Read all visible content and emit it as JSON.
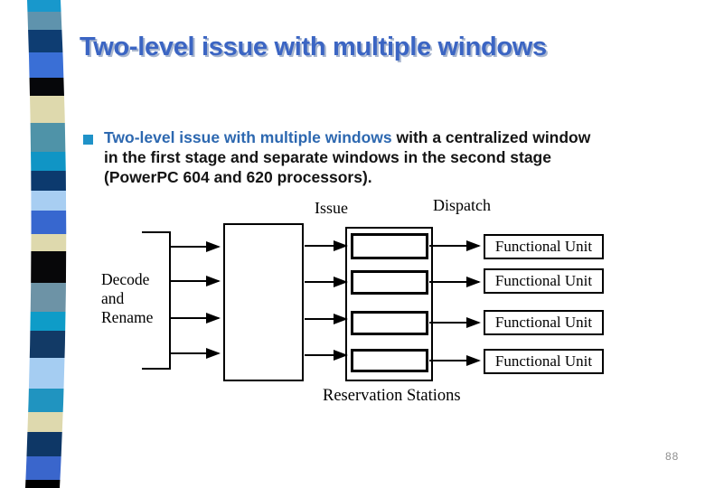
{
  "slide": {
    "title": "Two-level issue with multiple windows",
    "page_number": "88"
  },
  "bullet": {
    "line1_blue": "Two-level issue with multiple windows",
    "line1_black": " with a centralized window",
    "line2": "in the first stage and separate windows in the second stage",
    "line3": "(PowerPC 604 and 620 processors)."
  },
  "diagram": {
    "decode_lines": [
      "Decode",
      "and",
      "Rename"
    ],
    "issue_label": "Issue",
    "dispatch_label": "Dispatch",
    "reservation_stations_label": "Reservation Stations",
    "functional_units": [
      "Functional Unit",
      "Functional Unit",
      "Functional Unit",
      "Functional Unit"
    ]
  },
  "colors": {
    "title_blue": "#3b65c3",
    "title_shadow": "#a8b6cf",
    "bullet_blue": "#2d68b0",
    "bullet_marker": "#1f92c8",
    "page_gray": "#8f8f8f"
  },
  "sidebar": {
    "segments": [
      {
        "color": "#1898cc",
        "h": 13
      },
      {
        "color": "#5f93ad",
        "h": 20
      },
      {
        "color": "#0e3d72",
        "h": 25
      },
      {
        "color": "#3a6fd6",
        "h": 28
      },
      {
        "color": "#06070a",
        "h": 20
      },
      {
        "color": "#ded9ad",
        "h": 30
      },
      {
        "color": "#4f93a8",
        "h": 32
      },
      {
        "color": "#1095c5",
        "h": 21
      },
      {
        "color": "#0c3a6e",
        "h": 22
      },
      {
        "color": "#a8cef2",
        "h": 22
      },
      {
        "color": "#3767cf",
        "h": 26
      },
      {
        "color": "#ded9ad",
        "h": 19
      },
      {
        "color": "#070709",
        "h": 35
      },
      {
        "color": "#6d93a6",
        "h": 32
      },
      {
        "color": "#0e9cc8",
        "h": 21
      },
      {
        "color": "#123a66",
        "h": 30
      },
      {
        "color": "#a5cdf2",
        "h": 34
      },
      {
        "color": "#2094c0",
        "h": 26
      },
      {
        "color": "#ded9ae",
        "h": 22
      },
      {
        "color": "#0e3766",
        "h": 27
      },
      {
        "color": "#3a66cc",
        "h": 26
      },
      {
        "color": "#000000",
        "h": 9
      }
    ]
  }
}
